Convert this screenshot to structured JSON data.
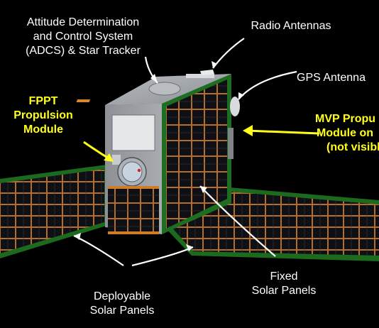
{
  "labels": {
    "adcs": [
      "Attitude Determination",
      "and Control System",
      "(ADCS) & Star Tracker"
    ],
    "radio": "Radio Antennas",
    "gps": "GPS Antenna",
    "fppt": [
      "FPPT",
      "Propulsion",
      "Module"
    ],
    "mvp": [
      "MVP Propu",
      "Module on",
      "(not visibl"
    ],
    "fixed": [
      "Fixed",
      "Solar Panels"
    ],
    "deployable": [
      "Deployable",
      "Solar Panels"
    ]
  },
  "colors": {
    "background": "#000000",
    "label_white": "#ffffff",
    "label_yellow": "#ffff1a",
    "panel_green": "#1c6b1c",
    "cell_dark": "#0d0f14",
    "cell_line": "#c77a2a",
    "chassis": "#9a9ea3"
  }
}
